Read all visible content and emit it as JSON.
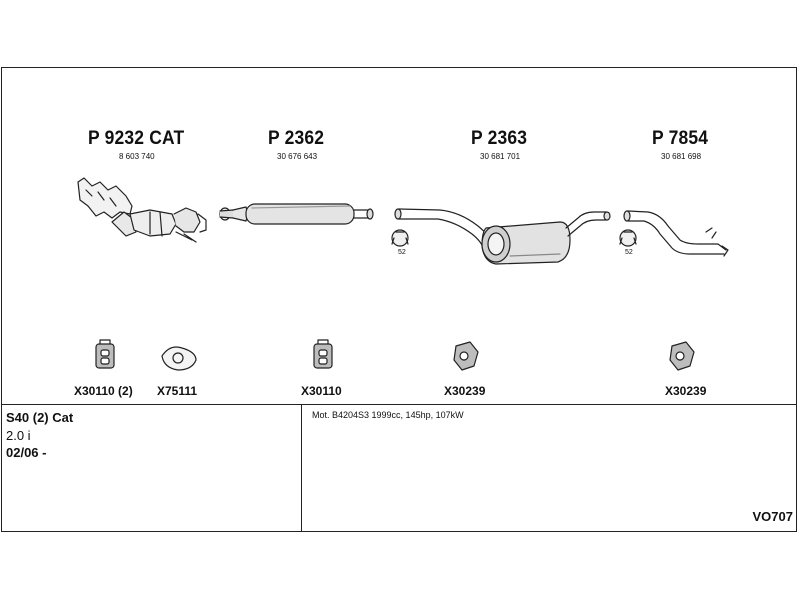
{
  "parts": [
    {
      "part_no": "P 9232 CAT",
      "oe_no": "8 603 740"
    },
    {
      "part_no": "P 2362",
      "oe_no": "30 676 643"
    },
    {
      "part_no": "P 2363",
      "oe_no": "30 681 701"
    },
    {
      "part_no": "P 7854",
      "oe_no": "30 681 698"
    }
  ],
  "clamp_size_labels": [
    "52",
    "52"
  ],
  "fittings": [
    {
      "code": "X30110 (2)",
      "icon": "rubber-hanger-icon"
    },
    {
      "code": "X75111",
      "icon": "flange-gasket-icon"
    },
    {
      "code": "X30110",
      "icon": "rubber-hanger-icon"
    },
    {
      "code": "X30239",
      "icon": "rubber-mount-icon"
    },
    {
      "code": "X30239",
      "icon": "rubber-mount-icon"
    }
  ],
  "vehicle": {
    "model": "S40 (2) Cat",
    "engine": "2.0 i",
    "date": "02/06 -"
  },
  "motor_spec": "Mot. B4204S3 1999cc, 145hp, 107kW",
  "diagram_ref": "VO707"
}
